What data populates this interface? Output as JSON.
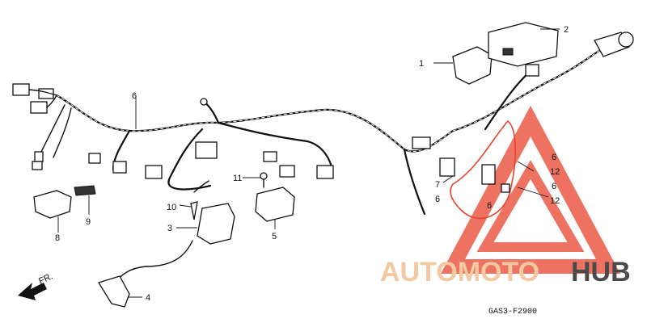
{
  "diagram": {
    "callouts": {
      "p1": "1",
      "p2": "2",
      "p3": "3",
      "p4": "4",
      "p5": "5",
      "p6_main": "6",
      "p6_right_a": "6",
      "p6_right_b": "6",
      "p6_right_c": "6",
      "p6_right_d": "6",
      "p7": "7",
      "p8": "8",
      "p9": "9",
      "p10": "10",
      "p11": "11",
      "p12_a": "12",
      "p12_b": "12"
    },
    "front_arrow_label": "FR.",
    "figure_code": "GAS3-F2900"
  },
  "watermark": {
    "text_part1": "AUTOMOTO",
    "text_part2": "HUB",
    "accent_color": "#e8432e",
    "light_color": "#f2c9a0",
    "dark_color": "#4a4a4a"
  }
}
